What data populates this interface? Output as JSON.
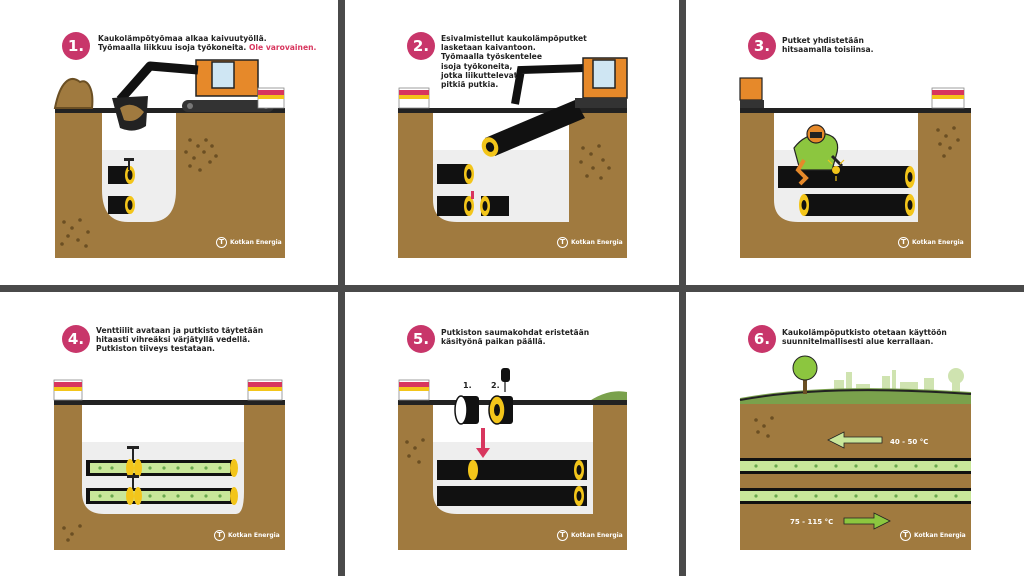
{
  "steps": [
    {
      "number": "1.",
      "line1": "Kaukolämpötyömaa alkaa kaivuutyöllä.",
      "line2": "Työmaalla liikkuu isoja työkoneita. ",
      "warning": "Ole varovainen."
    },
    {
      "number": "2.",
      "lines": [
        "Esivalmistellut kaukolämpöputket",
        "lasketaan kaivantoon.",
        "Työmaalla työskentelee",
        "isoja työkoneita,",
        "jotka liikuttelevat",
        "pitkiä putkia."
      ]
    },
    {
      "number": "3.",
      "lines": [
        "Putket yhdistetään",
        "hitsaamalla toisiinsa."
      ]
    },
    {
      "number": "4.",
      "lines": [
        "Venttiilit avataan ja putkisto täytetään",
        "hitaasti  vihreäksi värjätyllä vedellä.",
        "Putkiston tiiveys testataan."
      ]
    },
    {
      "number": "5.",
      "lines": [
        "Putkiston saumakohdat eristetään",
        "käsityönä paikan päällä."
      ],
      "sub_labels": [
        "1.",
        "2."
      ]
    },
    {
      "number": "6.",
      "lines": [
        "Kaukolämpöputkisto otetaan käyttöön",
        "suunnitelmallisesti alue kerrallaan."
      ],
      "return_temp": "40 - 50 °C",
      "supply_temp": "75 - 115 °C"
    }
  ],
  "brand": "Kotkan Energia",
  "colors": {
    "badge": "#c8366a",
    "soil": "#a07a3f",
    "pipe": "#111111",
    "joint": "#f3c51a",
    "excavator": "#e6892a",
    "water": "#c9e79a",
    "grass": "#7aa14c"
  },
  "icons": [
    "excavator-icon",
    "welder-icon",
    "pipe-icon",
    "insulation-sleeve-icon",
    "flow-arrow-icon",
    "tree-icon",
    "city-skyline-icon",
    "brand-logo-icon"
  ]
}
